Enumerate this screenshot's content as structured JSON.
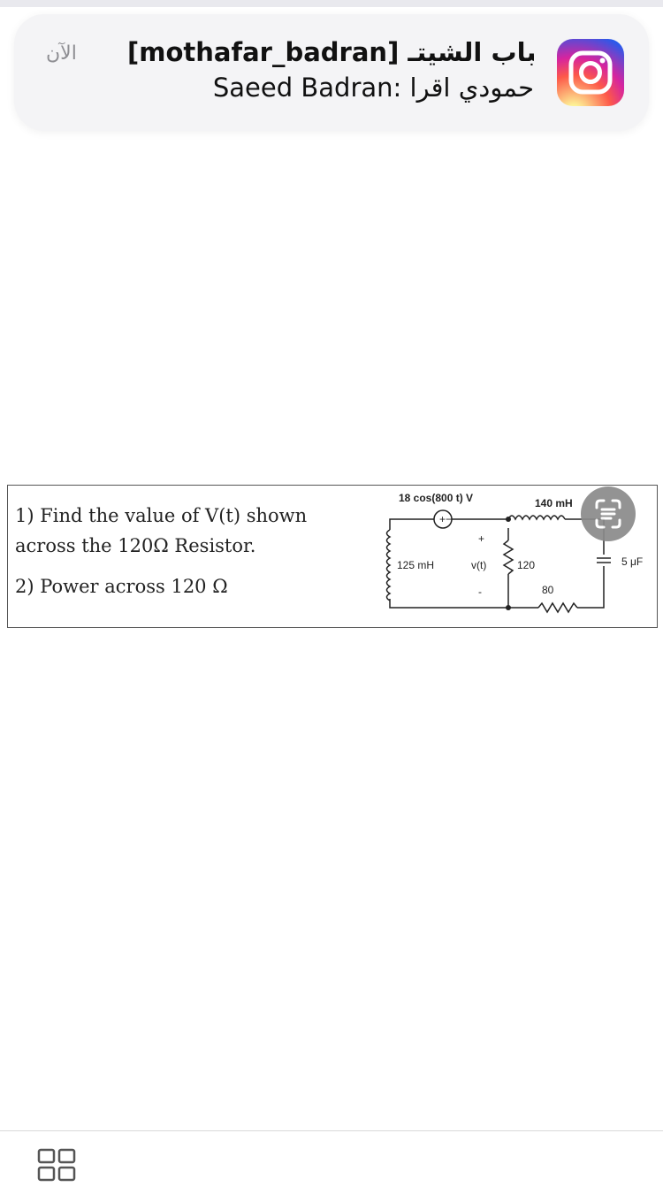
{
  "notification": {
    "title": "[mothafar_badran] شباب الشيتـ...",
    "body": "Saeed Badran: حمودي اقرا",
    "time": "الآن",
    "app_icon": "instagram-icon"
  },
  "problem": {
    "question1_line1": "1) Find the value of V(t) shown",
    "question1_line2": "across the 120Ω Resistor.",
    "question2": "2) Power across 120 Ω"
  },
  "circuit": {
    "source_label": "18 cos(800 t) V",
    "inductor1_label": "140 mH",
    "inductor2_label": "125 mH",
    "vt_label": "v(t)",
    "plus_label": "+",
    "minus_label": "-",
    "resistor1_label": "120",
    "resistor2_label": "80",
    "capacitor_label": "5 μF"
  },
  "overlay": {
    "scan_icon": "text-scan-icon"
  },
  "toolbar": {
    "grid_icon": "grid-icon"
  },
  "colors": {
    "banner_bg": "#f4f4f6",
    "text": "#111111",
    "muted": "#8e8e93"
  }
}
